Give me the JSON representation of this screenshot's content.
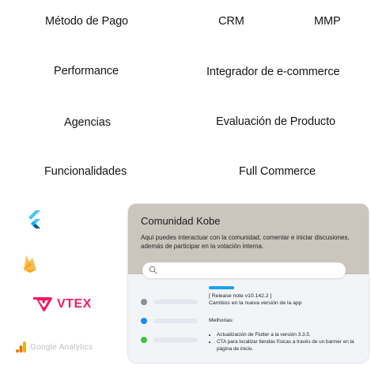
{
  "categories": {
    "metodo_pago": "Método de Pago",
    "crm": "CRM",
    "mmp": "MMP",
    "performance": "Performance",
    "integrador": "Integrador de e-commerce",
    "agencias": "Agencias",
    "evaluacion": "Evaluación de Producto",
    "funcionalidades": "Funcionalidades",
    "full_commerce": "Full Commerce"
  },
  "logos": {
    "flutter": "flutter-icon",
    "firebase": "firebase-icon",
    "vtex": "VTEX",
    "analytics": "Google Analytics"
  },
  "community": {
    "title": "Comunidad Kobe",
    "description": "Aquí puedes interactuar con la comunidad, comentar e iniciar discusiones, además de participar en la votación interna.",
    "release_title": "[ Release note v10.142.2 ]",
    "release_subtitle": "Cambios en la nueva versión de la app",
    "improvements_label": "Melhorias:",
    "bullets": [
      "Actualización de Flutter a la versión 3.3.5.",
      "CTA para localizar tiendas físicas a través de un banner en la página de inicio."
    ],
    "dot_colors": [
      "#8a8f98",
      "#1a8cf0",
      "#3cc43c"
    ]
  },
  "colors": {
    "card_header": "#cac5bd",
    "card_body": "#f2f4f8",
    "vtex_pink": "#f71963",
    "accent_blue": "#1aa1ee"
  }
}
